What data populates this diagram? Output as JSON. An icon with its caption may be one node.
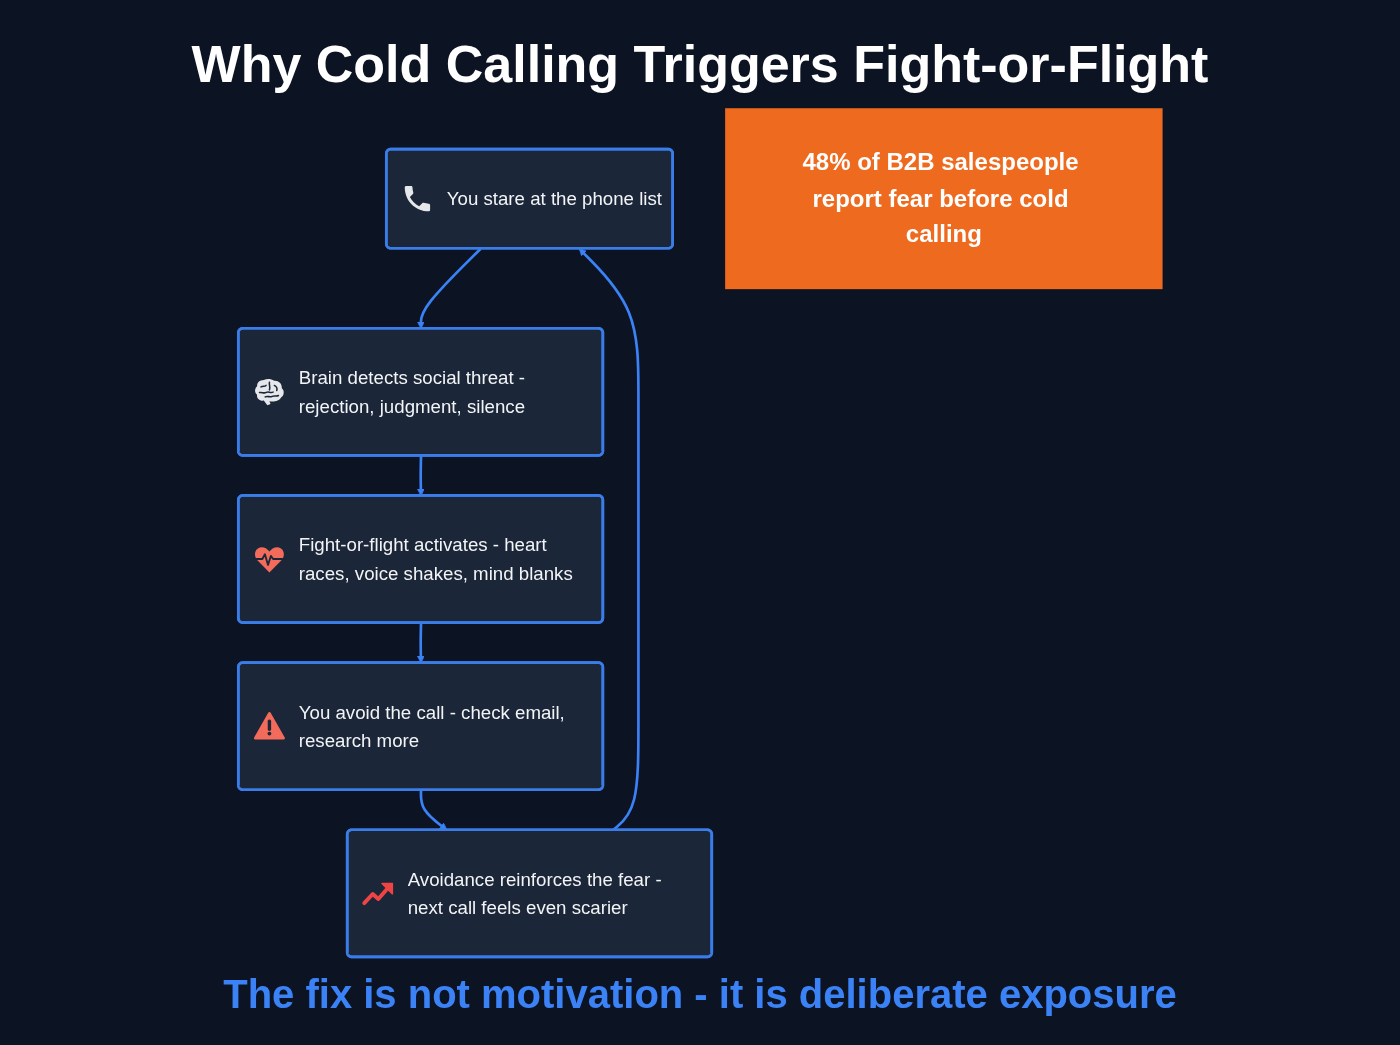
{
  "diagram": {
    "title": "Why Cold Calling Triggers Fight-or-Flight",
    "caption": "The fix is not motivation - it is deliberate exposure",
    "nodes": [
      {
        "text": [
          "You stare at the phone list"
        ]
      },
      {
        "text": [
          "Brain detects social threat - rejection, judgment, silence"
        ]
      },
      {
        "text": [
          "Fight-or-flight activates - heart races, voice shakes, mind blanks"
        ]
      },
      {
        "text": [
          "You avoid the call - check email, research more"
        ]
      },
      {
        "text": [
          "Avoidance reinforces the fear - next call feels even scarier"
        ]
      },
      {
        "text": [
          "48% of B2B salespeople report fear before cold calling"
        ]
      }
    ],
    "edges": [
      {
        "from": 0,
        "to": 1,
        "arrow": "to"
      },
      {
        "from": 1,
        "to": 2,
        "arrow": "to"
      },
      {
        "from": 2,
        "to": 3,
        "arrow": "to"
      },
      {
        "from": 3,
        "to": 4,
        "arrow": "to"
      },
      {
        "from": 4,
        "to": 0,
        "arrow": "to"
      }
    ]
  }
}
